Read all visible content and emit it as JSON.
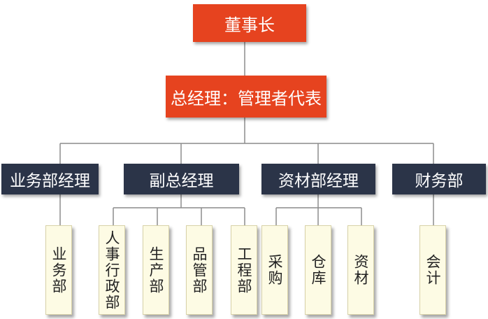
{
  "chairman": "董事长",
  "gm": "总经理：管理者代表",
  "managers": [
    "业务部经理",
    "副总经理",
    "资材部经理",
    "财务部"
  ],
  "departments": [
    "业务部",
    "人事行政部",
    "生产部",
    "品管部",
    "工程部",
    "采购",
    "仓库",
    "资材",
    "会计"
  ]
}
